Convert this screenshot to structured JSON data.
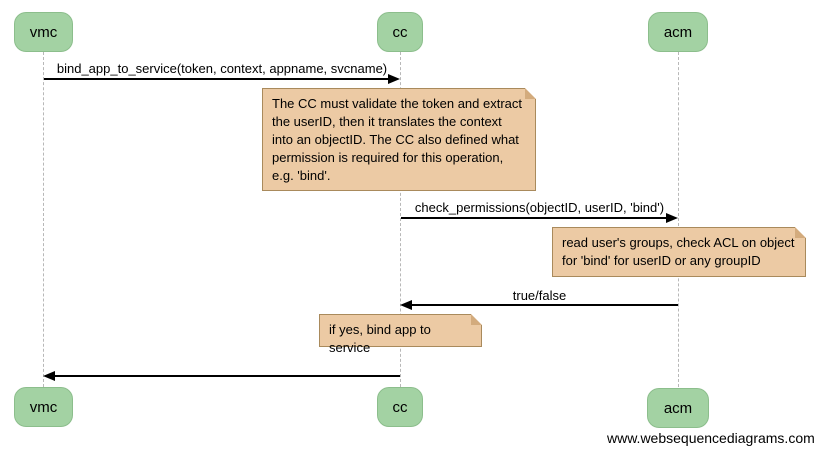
{
  "actors": [
    {
      "label": "vmc"
    },
    {
      "label": "cc"
    },
    {
      "label": "acm"
    }
  ],
  "messages": [
    {
      "label": "bind_app_to_service(token, context, appname, svcname)",
      "from": "vmc",
      "to": "cc"
    },
    {
      "label": "check_permissions(objectID, userID, 'bind')",
      "from": "cc",
      "to": "acm"
    },
    {
      "label": "true/false",
      "from": "acm",
      "to": "cc"
    },
    {
      "label": "",
      "from": "cc",
      "to": "vmc"
    }
  ],
  "notes": [
    {
      "over": "cc",
      "text": "The CC must validate the token and extract\nthe userID, then it translates the context\ninto an objectID. The CC also defined what\npermission is required for this operation,\ne.g. 'bind'."
    },
    {
      "over": "acm",
      "text": "read user's groups, check ACL on object\nfor 'bind' for userID or any groupID"
    },
    {
      "over": "cc",
      "text": "if yes, bind app to service"
    }
  ],
  "watermark": "www.websequencediagrams.com",
  "colors": {
    "actor_fill": "#a3d2a3",
    "actor_border": "#8cbe8c",
    "note_fill": "#eccaa4",
    "note_border": "#a98a5c",
    "lifeline": "#b8b8b8",
    "message_line": "#000000"
  }
}
